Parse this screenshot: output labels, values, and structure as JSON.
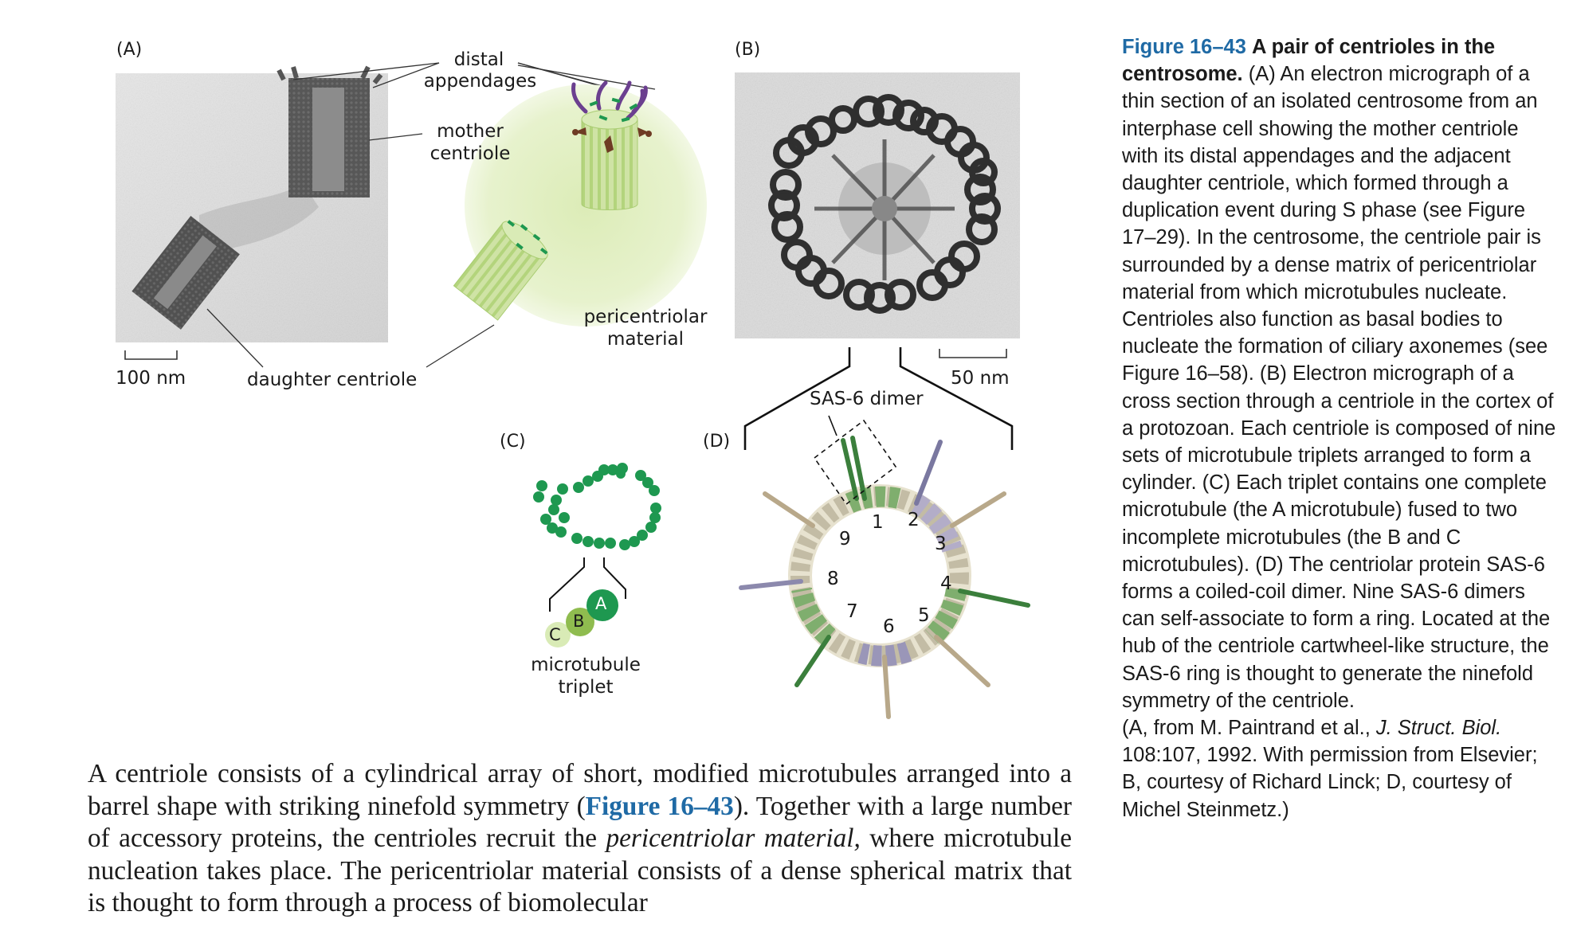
{
  "panels": {
    "a": {
      "letter": "(A)",
      "scale_bar": "100 nm",
      "labels": {
        "distal": "distal",
        "appendages": "appendages",
        "mother1": "mother",
        "mother2": "centriole",
        "daughter": "daughter centriole",
        "pcm1": "pericentriolar",
        "pcm2": "material"
      }
    },
    "b": {
      "letter": "(B)",
      "scale_bar": "50 nm"
    },
    "c": {
      "letter": "(C)",
      "sub_labels": {
        "a": "A",
        "b": "B",
        "c": "C"
      },
      "label1": "microtubule",
      "label2": "triplet"
    },
    "d": {
      "letter": "(D)",
      "dimer_label": "SAS-6 dimer",
      "numbers": [
        "1",
        "2",
        "3",
        "4",
        "5",
        "6",
        "7",
        "8",
        "9"
      ]
    }
  },
  "caption": {
    "number": "Figure 16–43",
    "title": "A pair of centrioles in the centrosome.",
    "text": "(A) An electron micrograph of a thin section of an isolated centrosome from an interphase cell showing the mother centriole with its distal appendages and the adjacent daughter centriole, which formed through a duplication event during S phase (see Figure 17–29). In the centrosome, the centriole pair is surrounded by a dense matrix of pericentriolar material from which microtubules nucleate. Centrioles also function as basal bodies to nucleate the formation of ciliary axonemes (see Figure 16–58). (B) Electron micrograph of a cross section through a centriole in the cortex of a protozoan. Each centriole is composed of nine sets of microtubule triplets arranged to form a cylinder. (C) Each triplet contains one complete microtubule (the A microtubule) fused to two incomplete microtubules (the B and C microtubules). (D) The centriolar protein SAS-6 forms a coiled-coil dimer. Nine SAS-6 dimers can self-associate to form a ring. Located at the hub of the centriole cartwheel-like structure, the SAS-6 ring is thought to generate the ninefold symmetry of the centriole.",
    "credit_a": "(A, from M. Paintrand et al.,",
    "credit_journal": "J. Struct. Biol.",
    "credit_rest": "108:107, 1992. With permission from Elsevier; B, courtesy of Richard Linck; D, courtesy of Michel Steinmetz.)"
  },
  "body": {
    "t1": "A centriole consists of a cylindrical array of short, modified microtubules arranged into a barrel shape with striking ninefold symmetry (",
    "ref": "Figure 16–43",
    "t2": "). Together with a large number of accessory proteins, the centrioles recruit the ",
    "em": "pericentriolar material,",
    "t3": " where microtubule nucleation takes place. The pericentriolar material consists of a dense spherical matrix that is thought to form through a process of biomolecular"
  },
  "colors": {
    "caption_blue": "#1f6aa5",
    "tubule_green": "#1e9850",
    "pcm_halo": "#e4f0c6",
    "appendage_purple": "#6b3f8f",
    "appendage_brown": "#6e3b24"
  }
}
